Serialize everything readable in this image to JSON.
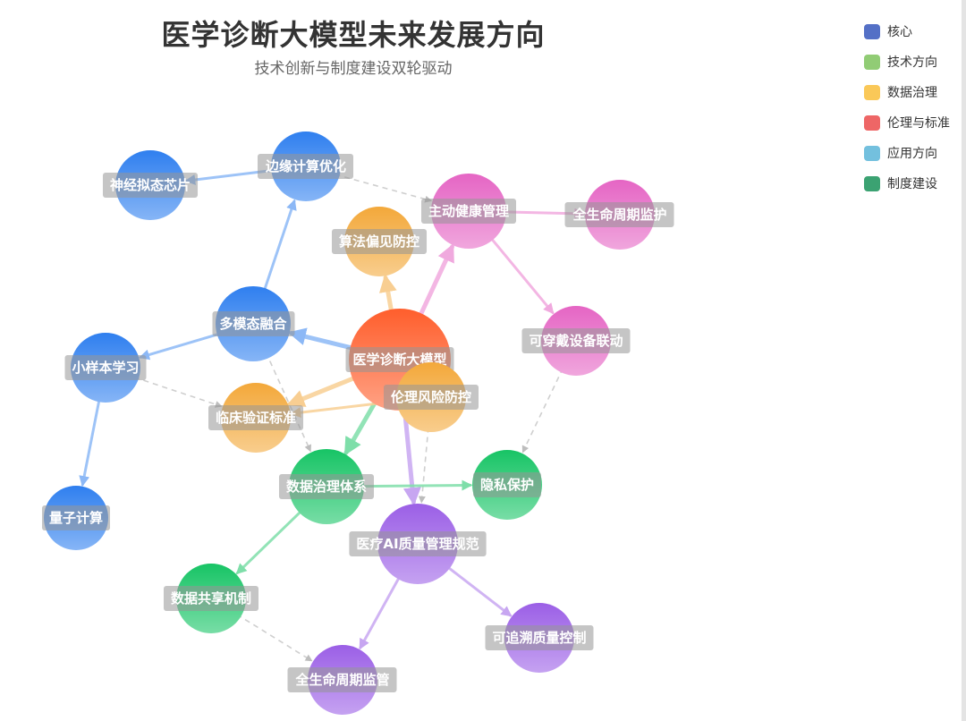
{
  "title": "医学诊断大模型未来发展方向",
  "subtitle": "技术创新与制度建设双轮驱动",
  "categories": [
    {
      "name": "核心",
      "color": "#5470c6"
    },
    {
      "name": "技术方向",
      "color": "#91cc75"
    },
    {
      "name": "数据治理",
      "color": "#fac858"
    },
    {
      "name": "伦理与标准",
      "color": "#ee6666"
    },
    {
      "name": "应用方向",
      "color": "#73c0de"
    },
    {
      "name": "制度建设",
      "color": "#3ba272"
    }
  ],
  "node_colors": {
    "core": "#ff5e2c",
    "blue": "#2f7fef",
    "orange": "#f3a83a",
    "pink": "#e565c4",
    "green": "#17c465",
    "purple": "#9b5fe6"
  },
  "nodes": [
    {
      "id": "core",
      "label": "医学诊断大模型",
      "color": "core"
    },
    {
      "id": "edge",
      "label": "边缘计算优化",
      "color": "blue"
    },
    {
      "id": "neuro",
      "label": "神经拟态芯片",
      "color": "blue"
    },
    {
      "id": "multi",
      "label": "多模态融合",
      "color": "blue"
    },
    {
      "id": "fewshot",
      "label": "小样本学习",
      "color": "blue"
    },
    {
      "id": "quantum",
      "label": "量子计算",
      "color": "blue"
    },
    {
      "id": "bias",
      "label": "算法偏见防控",
      "color": "orange"
    },
    {
      "id": "clinical",
      "label": "临床验证标准",
      "color": "orange"
    },
    {
      "id": "ethics",
      "label": "伦理风险防控",
      "color": "orange"
    },
    {
      "id": "active",
      "label": "主动健康管理",
      "color": "pink"
    },
    {
      "id": "lifecycle_mon",
      "label": "全生命周期监护",
      "color": "pink"
    },
    {
      "id": "wearable",
      "label": "可穿戴设备联动",
      "color": "pink"
    },
    {
      "id": "datagov",
      "label": "数据治理体系",
      "color": "green"
    },
    {
      "id": "privacy",
      "label": "隐私保护",
      "color": "green"
    },
    {
      "id": "datashare",
      "label": "数据共享机制",
      "color": "green"
    },
    {
      "id": "aiqm",
      "label": "医疗AI质量管理规范",
      "color": "purple"
    },
    {
      "id": "trace",
      "label": "可追溯质量控制",
      "color": "purple"
    },
    {
      "id": "lifecycle_sup",
      "label": "全生命周期监管",
      "color": "purple"
    }
  ],
  "links": [
    {
      "source": "core",
      "target": "multi",
      "style": "solid"
    },
    {
      "source": "core",
      "target": "active",
      "style": "solid"
    },
    {
      "source": "core",
      "target": "bias",
      "style": "solid"
    },
    {
      "source": "core",
      "target": "clinical",
      "style": "solid"
    },
    {
      "source": "core",
      "target": "datagov",
      "style": "solid"
    },
    {
      "source": "core",
      "target": "aiqm",
      "style": "solid"
    },
    {
      "source": "multi",
      "target": "edge",
      "style": "solid"
    },
    {
      "source": "multi",
      "target": "fewshot",
      "style": "solid"
    },
    {
      "source": "multi",
      "target": "datagov",
      "style": "dashed"
    },
    {
      "source": "edge",
      "target": "neuro",
      "style": "solid"
    },
    {
      "source": "edge",
      "target": "active",
      "style": "dashed"
    },
    {
      "source": "fewshot",
      "target": "quantum",
      "style": "solid"
    },
    {
      "source": "fewshot",
      "target": "clinical",
      "style": "dashed"
    },
    {
      "source": "ethics",
      "target": "clinical",
      "style": "solid"
    },
    {
      "source": "ethics",
      "target": "aiqm",
      "style": "dashed"
    },
    {
      "source": "active",
      "target": "lifecycle_mon",
      "style": "solid"
    },
    {
      "source": "active",
      "target": "wearable",
      "style": "solid"
    },
    {
      "source": "wearable",
      "target": "privacy",
      "style": "dashed"
    },
    {
      "source": "datagov",
      "target": "privacy",
      "style": "solid"
    },
    {
      "source": "datagov",
      "target": "datashare",
      "style": "solid"
    },
    {
      "source": "datashare",
      "target": "lifecycle_sup",
      "style": "dashed"
    },
    {
      "source": "aiqm",
      "target": "trace",
      "style": "solid"
    },
    {
      "source": "aiqm",
      "target": "lifecycle_sup",
      "style": "solid"
    }
  ]
}
